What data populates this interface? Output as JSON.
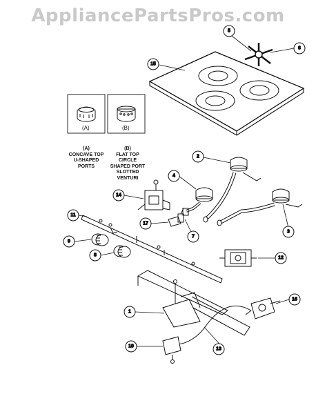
{
  "watermark": "AppliancePartsPros.com",
  "insets": {
    "a": {
      "label": "(A)",
      "caption": "(A)\nCONCAVE TOP\nU-SHAPED\nPORTS"
    },
    "b": {
      "label": "(B)",
      "caption": "(B)\nFLAT TOP\nCIRCLE\nSHAPED PORT\nSLOTTED\nVENTURI"
    }
  },
  "callouts": [
    {
      "id": "1",
      "label": "1"
    },
    {
      "id": "2",
      "label": "2"
    },
    {
      "id": "3",
      "label": "3"
    },
    {
      "id": "4",
      "label": "4"
    },
    {
      "id": "5",
      "label": "5"
    },
    {
      "id": "6",
      "label": "6"
    },
    {
      "id": "7",
      "label": "7"
    },
    {
      "id": "8",
      "label": "8"
    },
    {
      "id": "9",
      "label": "9"
    },
    {
      "id": "10",
      "label": "10"
    },
    {
      "id": "11",
      "label": "11"
    },
    {
      "id": "12",
      "label": "12"
    },
    {
      "id": "13",
      "label": "13"
    },
    {
      "id": "14",
      "label": "14"
    },
    {
      "id": "15",
      "label": "15"
    },
    {
      "id": "16",
      "label": "16"
    },
    {
      "id": "17",
      "label": "17"
    }
  ]
}
